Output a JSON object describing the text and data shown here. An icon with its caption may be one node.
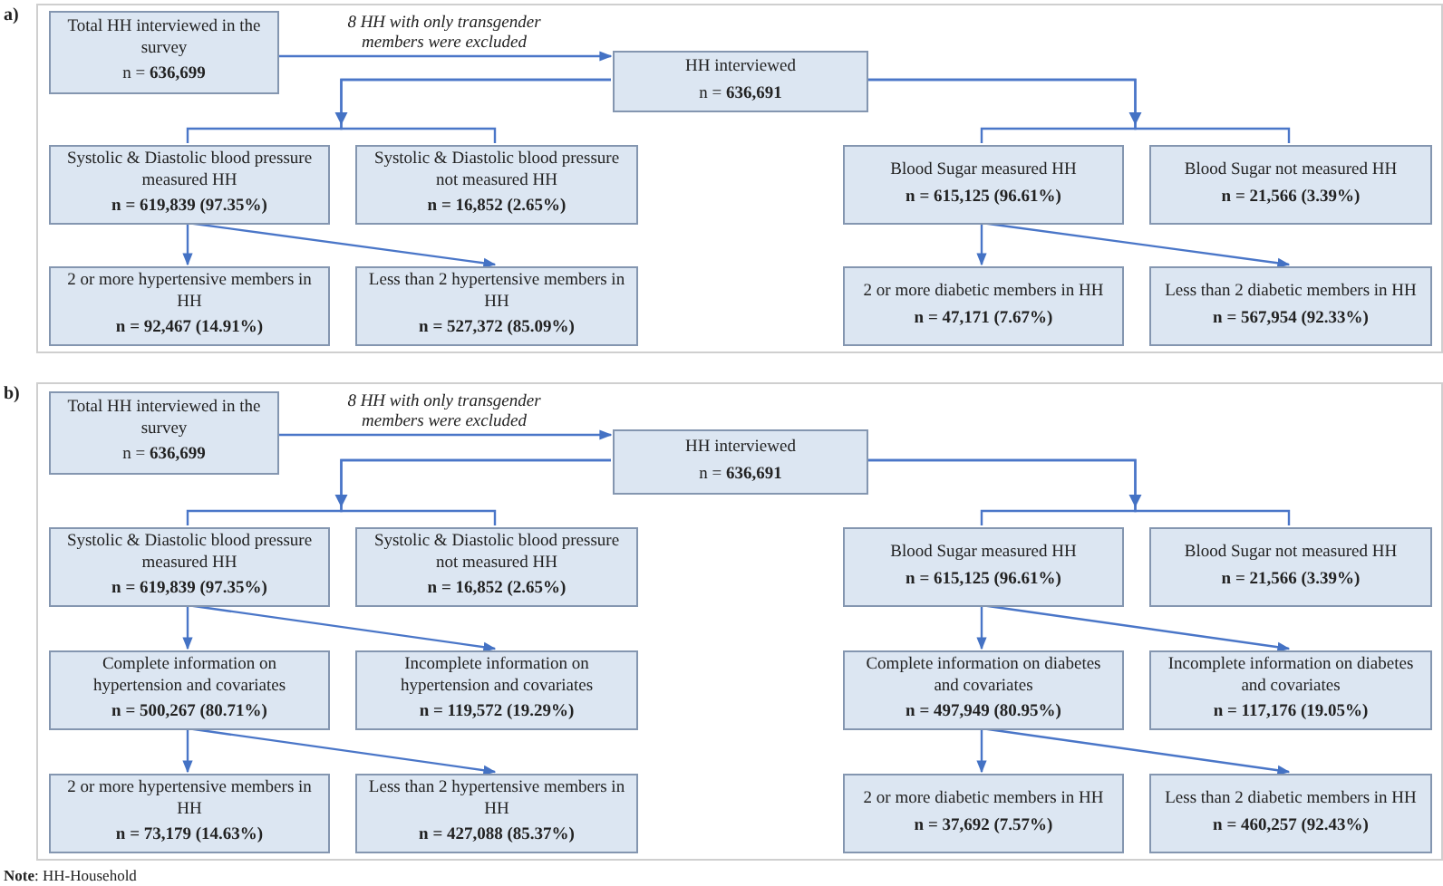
{
  "diagram": {
    "nodes": [
      {
        "text": [
          "a)"
        ]
      },
      {
        "text": [
          "Total HH interviewed in the survey",
          "n = **636,699**"
        ],
        "in": 0
      },
      {
        "text": [
          "HH interviewed",
          "n = **636,691**"
        ],
        "in": 0
      },
      {
        "text": [
          "Systolic & Diastolic blood pressure measured HH",
          "n = 619,839 (97.35%)"
        ],
        "in": 0
      },
      {
        "text": [
          "Systolic & Diastolic blood pressure not measured HH",
          "n = 16,852 (2.65%)"
        ],
        "in": 0
      },
      {
        "text": [
          "Blood Sugar measured HH",
          "n = 615,125 (96.61%)"
        ],
        "in": 0
      },
      {
        "text": [
          "Blood Sugar not measured HH",
          "n = 21,566 (3.39%)"
        ],
        "in": 0
      },
      {
        "text": [
          "2 or more hypertensive members in HH",
          "n = 92,467 (14.91%)"
        ],
        "in": 0
      },
      {
        "text": [
          "Less than 2 hypertensive members in HH",
          "n = 527,372 (85.09%)"
        ],
        "in": 0
      },
      {
        "text": [
          "2 or more diabetic members in HH",
          "n = 47,171 (7.67%)"
        ],
        "in": 0
      },
      {
        "text": [
          "Less than 2 diabetic members in HH",
          "n = 567,954 (92.33%)"
        ],
        "in": 0
      },
      {
        "text": [
          "b)"
        ]
      },
      {
        "text": [
          "Total HH interviewed in the survey",
          "n = **636,699**"
        ],
        "in": 11
      },
      {
        "text": [
          "HH interviewed",
          "n = **636,691**"
        ],
        "in": 11
      },
      {
        "text": [
          "Systolic & Diastolic blood pressure measured HH",
          "n = 619,839 (97.35%)"
        ],
        "in": 11
      },
      {
        "text": [
          "Systolic & Diastolic blood pressure not measured HH",
          "n = 16,852 (2.65%)"
        ],
        "in": 11
      },
      {
        "text": [
          "Blood Sugar measured HH",
          "n = 615,125 (96.61%)"
        ],
        "in": 11
      },
      {
        "text": [
          "Blood Sugar not measured HH",
          "n = 21,566 (3.39%)"
        ],
        "in": 11
      },
      {
        "text": [
          "Complete information on hypertension and covariates",
          "n = 500,267 (80.71%)"
        ],
        "in": 11
      },
      {
        "text": [
          "Incomplete information on hypertension and covariates",
          "n = 119,572 (19.29%)"
        ],
        "in": 11
      },
      {
        "text": [
          "Complete information on diabetes and covariates",
          "n = 497,949 (80.95%)"
        ],
        "in": 11
      },
      {
        "text": [
          "Incomplete information on diabetes and covariates",
          "n = 117,176 (19.05%)"
        ],
        "in": 11
      },
      {
        "text": [
          "2 or more hypertensive members in HH",
          "n = 73,179 (14.63%)"
        ],
        "in": 11
      },
      {
        "text": [
          "Less than 2 hypertensive members in HH",
          "n = 427,088 (85.37%)"
        ],
        "in": 11
      },
      {
        "text": [
          "2 or more diabetic members in HH",
          "n = 37,692 (7.57%)"
        ],
        "in": 11
      },
      {
        "text": [
          "Less than 2 diabetic members in HH",
          "n = 460,257 (92.43%)"
        ],
        "in": 11
      }
    ],
    "edges": [
      {
        "from": 1,
        "to": 2,
        "arrow": "to",
        "label": "8 HH with only transgender members were excluded"
      },
      {
        "from": 2,
        "to": 3,
        "arrow": "to"
      },
      {
        "from": 2,
        "to": 4,
        "arrow": "to"
      },
      {
        "from": 2,
        "to": 5,
        "arrow": "to"
      },
      {
        "from": 2,
        "to": 6,
        "arrow": "to"
      },
      {
        "from": 3,
        "to": 7,
        "arrow": "to"
      },
      {
        "from": 3,
        "to": 8,
        "arrow": "to"
      },
      {
        "from": 5,
        "to": 9,
        "arrow": "to"
      },
      {
        "from": 5,
        "to": 10,
        "arrow": "to"
      },
      {
        "from": 12,
        "to": 13,
        "arrow": "to",
        "label": "8 HH with only transgender members were excluded"
      },
      {
        "from": 13,
        "to": 14,
        "arrow": "to"
      },
      {
        "from": 13,
        "to": 15,
        "arrow": "to"
      },
      {
        "from": 13,
        "to": 16,
        "arrow": "to"
      },
      {
        "from": 13,
        "to": 17,
        "arrow": "to"
      },
      {
        "from": 14,
        "to": 18,
        "arrow": "to"
      },
      {
        "from": 14,
        "to": 19,
        "arrow": "to"
      },
      {
        "from": 18,
        "to": 22,
        "arrow": "to"
      },
      {
        "from": 18,
        "to": 23,
        "arrow": "to"
      },
      {
        "from": 16,
        "to": 20,
        "arrow": "to"
      },
      {
        "from": 16,
        "to": 21,
        "arrow": "to"
      },
      {
        "from": 20,
        "to": 24,
        "arrow": "to"
      },
      {
        "from": 20,
        "to": 25,
        "arrow": "to"
      }
    ],
    "labels": [
      "**Note**: HH-Household"
    ]
  }
}
